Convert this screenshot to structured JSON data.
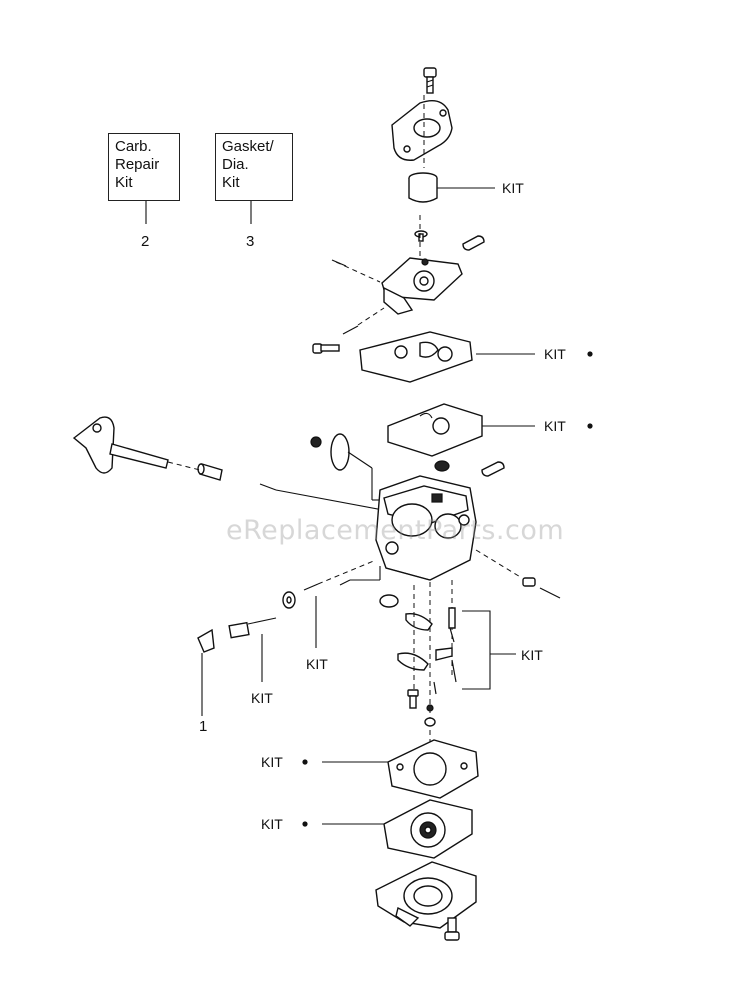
{
  "legend": {
    "box2": {
      "lines": [
        "Carb.",
        "Repair",
        "Kit"
      ],
      "number": "2"
    },
    "box3": {
      "lines": [
        "Gasket/",
        "Dia.",
        "Kit"
      ],
      "number": "3"
    }
  },
  "callouts": {
    "kit_label": "KIT",
    "item1": "1"
  },
  "watermark": "eReplacementParts.com",
  "icons": {
    "bullet": "bullet-dot-icon"
  }
}
